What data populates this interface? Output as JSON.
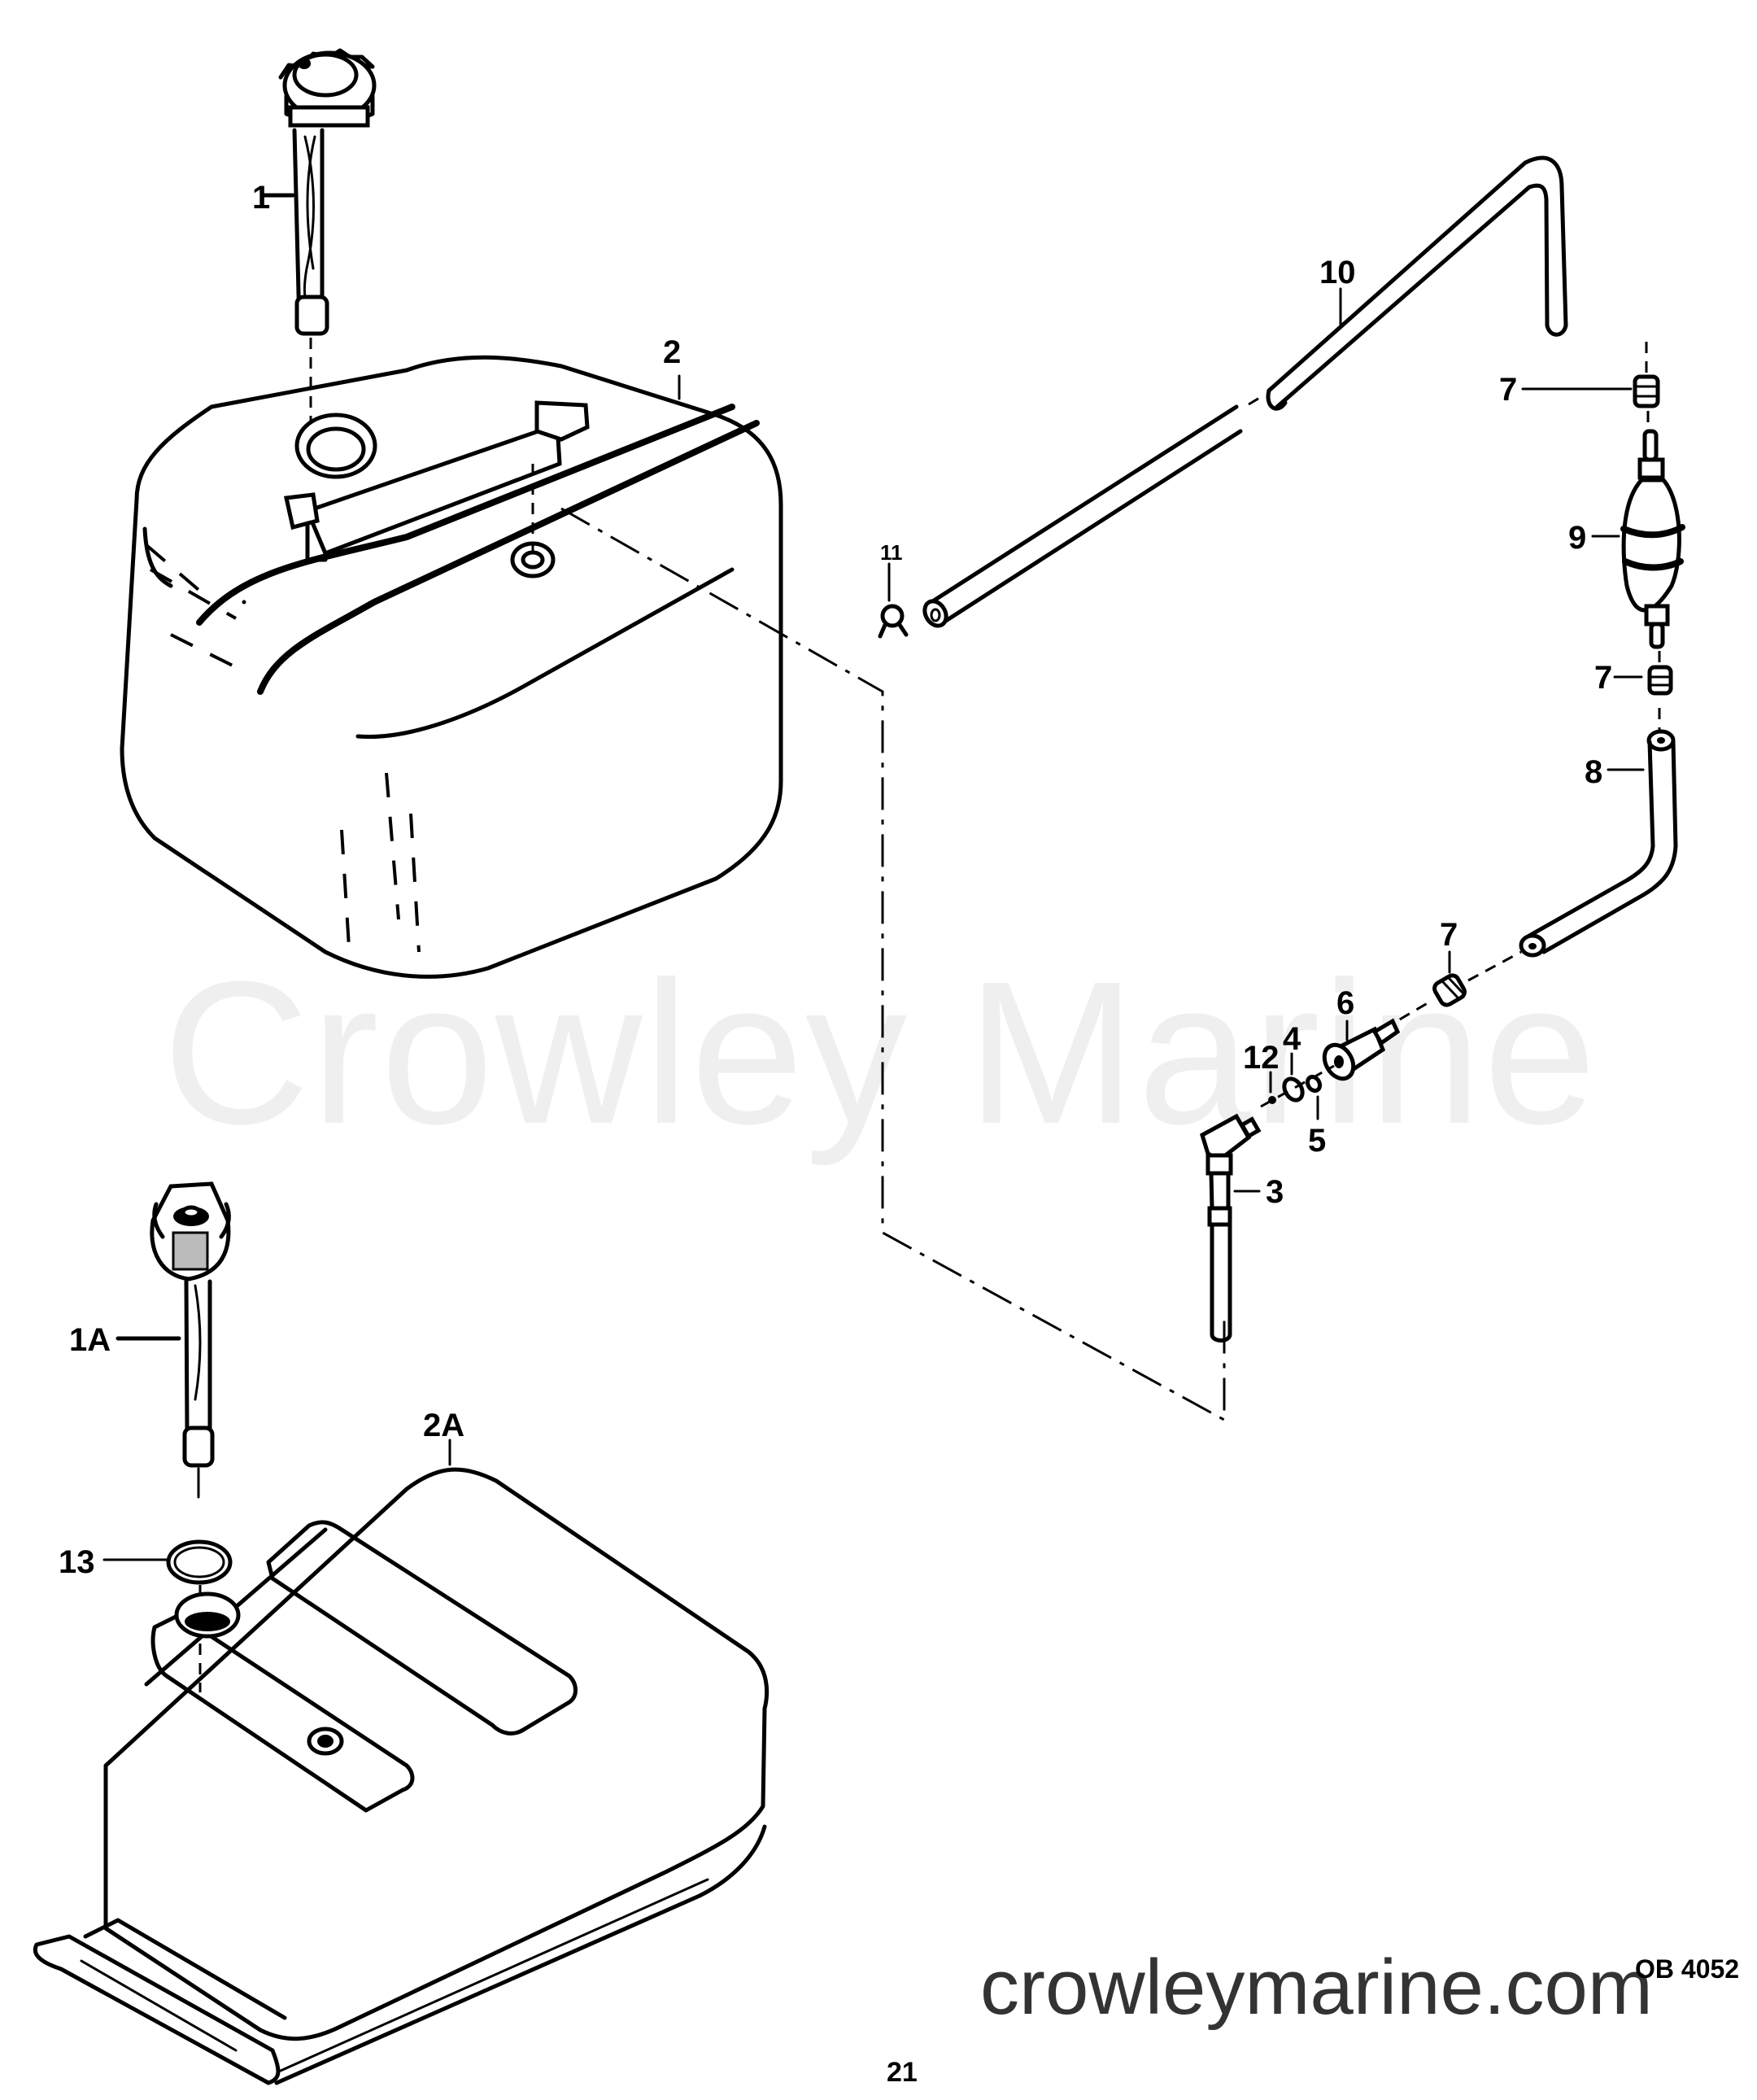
{
  "document": {
    "watermark": "Crowley Marine",
    "website": "crowleymarine.com",
    "reference_code": "OB 4052",
    "page_number": "21"
  },
  "callouts": [
    {
      "id": "1",
      "label": "1",
      "part": "fuel gauge / pickup (cap with gauge tube)"
    },
    {
      "id": "1A",
      "label": "1A",
      "part": "fuel gauge / pickup (alternate, knurled cap)"
    },
    {
      "id": "2",
      "label": "2",
      "part": "fuel tank (with handle)"
    },
    {
      "id": "2A",
      "label": "2A",
      "part": "fuel tank (alternate, low profile)"
    },
    {
      "id": "3",
      "label": "3",
      "part": "elbow pickup tube"
    },
    {
      "id": "4",
      "label": "4",
      "part": "o-ring"
    },
    {
      "id": "5",
      "label": "5",
      "part": "o-ring (small)"
    },
    {
      "id": "6",
      "label": "6",
      "part": "connector"
    },
    {
      "id": "7a",
      "label": "7",
      "part": "hose clamp (upper)"
    },
    {
      "id": "7b",
      "label": "7",
      "part": "hose clamp (middle)"
    },
    {
      "id": "7c",
      "label": "7",
      "part": "hose clamp (lower)"
    },
    {
      "id": "8",
      "label": "8",
      "part": "fuel hose (short, bent)"
    },
    {
      "id": "9",
      "label": "9",
      "part": "primer bulb"
    },
    {
      "id": "10",
      "label": "10",
      "part": "fuel hose (long, bent)"
    },
    {
      "id": "11",
      "label": "11",
      "part": "hose clip"
    },
    {
      "id": "12",
      "label": "12",
      "part": "check ball"
    },
    {
      "id": "13",
      "label": "13",
      "part": "gasket"
    }
  ]
}
